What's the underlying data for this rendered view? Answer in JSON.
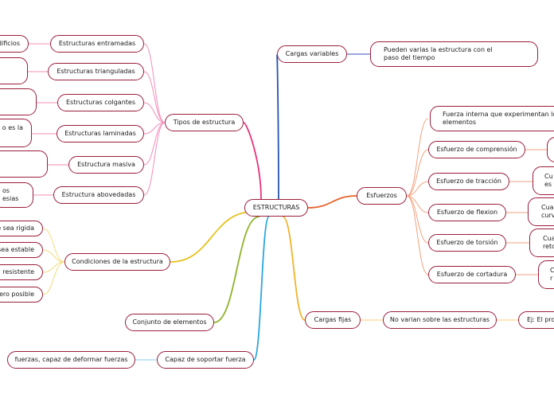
{
  "center": "ESTRUCTURAS",
  "left": {
    "tipos": {
      "label": "Tipos de estructura",
      "items": [
        {
          "label": "Estructuras entramadas",
          "leaf": "dificios"
        },
        {
          "label": "Estructuras trianguladas",
          "leaf": ""
        },
        {
          "label": "Estructuras colgantes",
          "leaf": ""
        },
        {
          "label": "Estructuras laminadas",
          "leaf": "o es la"
        },
        {
          "label": "Estructura masiva",
          "leaf": ""
        },
        {
          "label": "Estructura abovedadas",
          "leaf": "os\nesias"
        }
      ]
    },
    "condiciones": {
      "label": "Condiciones de la estructura",
      "leaves": [
        "e sea rigida",
        "sea estable",
        "resistente",
        "ero posible"
      ]
    },
    "conjunto": {
      "label": "Conjunto de elementos"
    },
    "capaz": {
      "label": "Capaz de soportar fuerza",
      "leaf": "fuerzas, capaz de deformar fuerzas"
    }
  },
  "right": {
    "variables": {
      "label": "Cargas variables",
      "leaf": "Pueden varias la estructura con el paso del tiempo"
    },
    "esfuerzos": {
      "label": "Esfuerzos",
      "items": [
        {
          "label": "Fuerza interna que experimentan los elementos",
          "leaf": ""
        },
        {
          "label": "Esfuerzo de comprensión",
          "leaf": ""
        },
        {
          "label": "Esfuerzo de tracción",
          "leaf": "Cu\nes"
        },
        {
          "label": "Esfuerzo de flexion",
          "leaf": "Cua\ncurv"
        },
        {
          "label": "Esfuerzo de torsión",
          "leaf": "Cua\nreto"
        },
        {
          "label": "Esfuerzo de cortadura",
          "leaf": "C\nr"
        }
      ]
    },
    "fijas": {
      "label": "Cargas fijas",
      "leaf": "No varian sobre las estructuras",
      "leaf2": "Ej: El pro"
    }
  },
  "colors": {
    "node_border": "#9b1d3b",
    "branch_tipos": "#e8337a",
    "branch_condiciones": "#e6c21d",
    "branch_conjunto": "#8fb32a",
    "branch_capaz": "#2aa7de",
    "branch_variables": "#2553b5",
    "branch_esfuerzos": "#e4622b",
    "branch_fijas": "#f0b42a",
    "sub_tipos": "#f48cb9",
    "sub_condiciones": "#f3dd7b",
    "sub_capaz": "#86cdee",
    "sub_variables": "#3b4fb8",
    "sub_esfuerzos": "#f3a280",
    "sub_fijas": "#f6cc74"
  }
}
